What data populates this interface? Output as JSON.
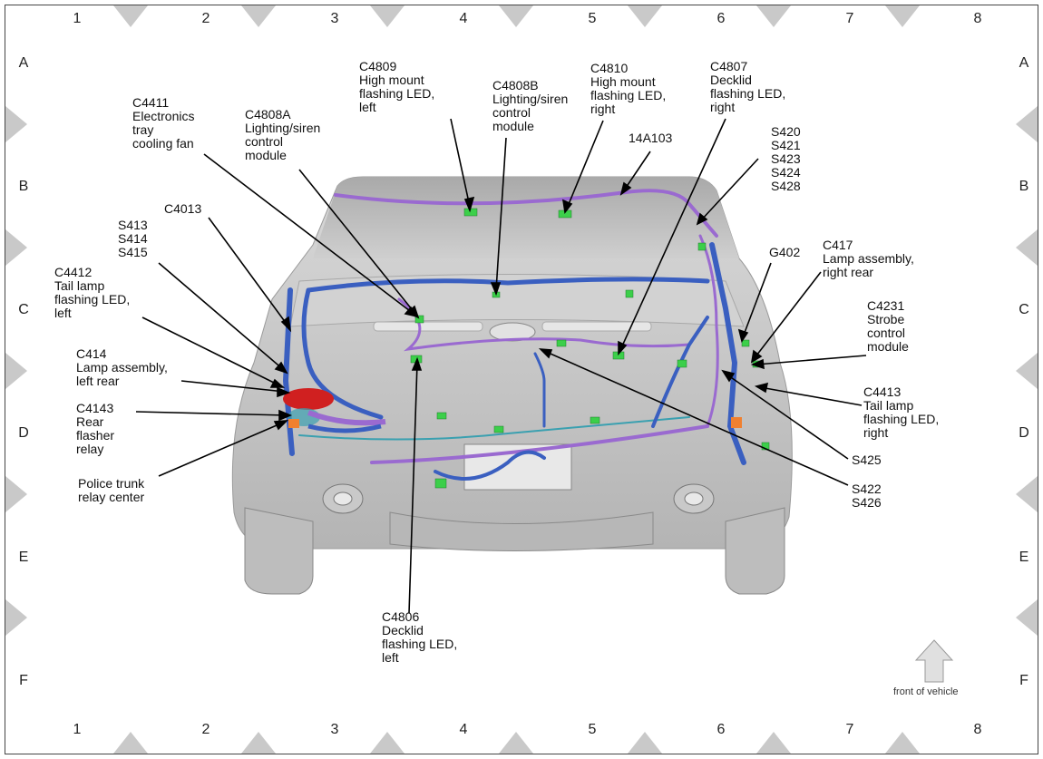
{
  "grid": {
    "columns": [
      "1",
      "2",
      "3",
      "4",
      "5",
      "6",
      "7",
      "8"
    ],
    "rows": [
      "A",
      "B",
      "C",
      "D",
      "E",
      "F"
    ]
  },
  "callouts": {
    "c4809": [
      "C4809",
      "High mount",
      "flashing LED,",
      "left"
    ],
    "c4808b": [
      "C4808B",
      "Lighting/siren",
      "control",
      "module"
    ],
    "c4810": [
      "C4810",
      "High mount",
      "flashing LED,",
      "right"
    ],
    "c4807": [
      "C4807",
      "Decklid",
      "flashing LED,",
      "right"
    ],
    "c4411": [
      "C4411",
      "Electronics",
      "tray",
      "cooling fan"
    ],
    "c4808a": [
      "C4808A",
      "Lighting/siren",
      "control",
      "module"
    ],
    "w14a103": [
      "14A103"
    ],
    "splices_b": [
      "S420",
      "S421",
      "S423",
      "S424",
      "S428"
    ],
    "c4013": [
      "C4013"
    ],
    "splices_left": [
      "S413",
      "S414",
      "S415"
    ],
    "c4412": [
      "C4412",
      "Tail lamp",
      "flashing LED,",
      "left"
    ],
    "g402": [
      "G402"
    ],
    "c417": [
      "C417",
      "Lamp assembly,",
      "right rear"
    ],
    "c4231": [
      "C4231",
      "Strobe",
      "control",
      "module"
    ],
    "c414": [
      "C414",
      "Lamp assembly,",
      "left rear"
    ],
    "c4143": [
      "C4143",
      "Rear",
      "flasher",
      "relay"
    ],
    "police": [
      "Police trunk",
      "relay center"
    ],
    "c4413": [
      "C4413",
      "Tail lamp",
      "flashing LED,",
      "right"
    ],
    "s425": [
      "S425"
    ],
    "s422": [
      "S422",
      "S426"
    ],
    "c4806": [
      "C4806",
      "Decklid",
      "flashing LED,",
      "left"
    ]
  },
  "front_of_vehicle": "front of vehicle",
  "colors": {
    "harness_blue": "#3a5fc0",
    "harness_purple": "#9a6ad0",
    "harness_teal": "#3aa0b0",
    "connector_green": "#3ccf4a",
    "relay_red": "#d02020",
    "body_gray": "#c8c8c8"
  }
}
